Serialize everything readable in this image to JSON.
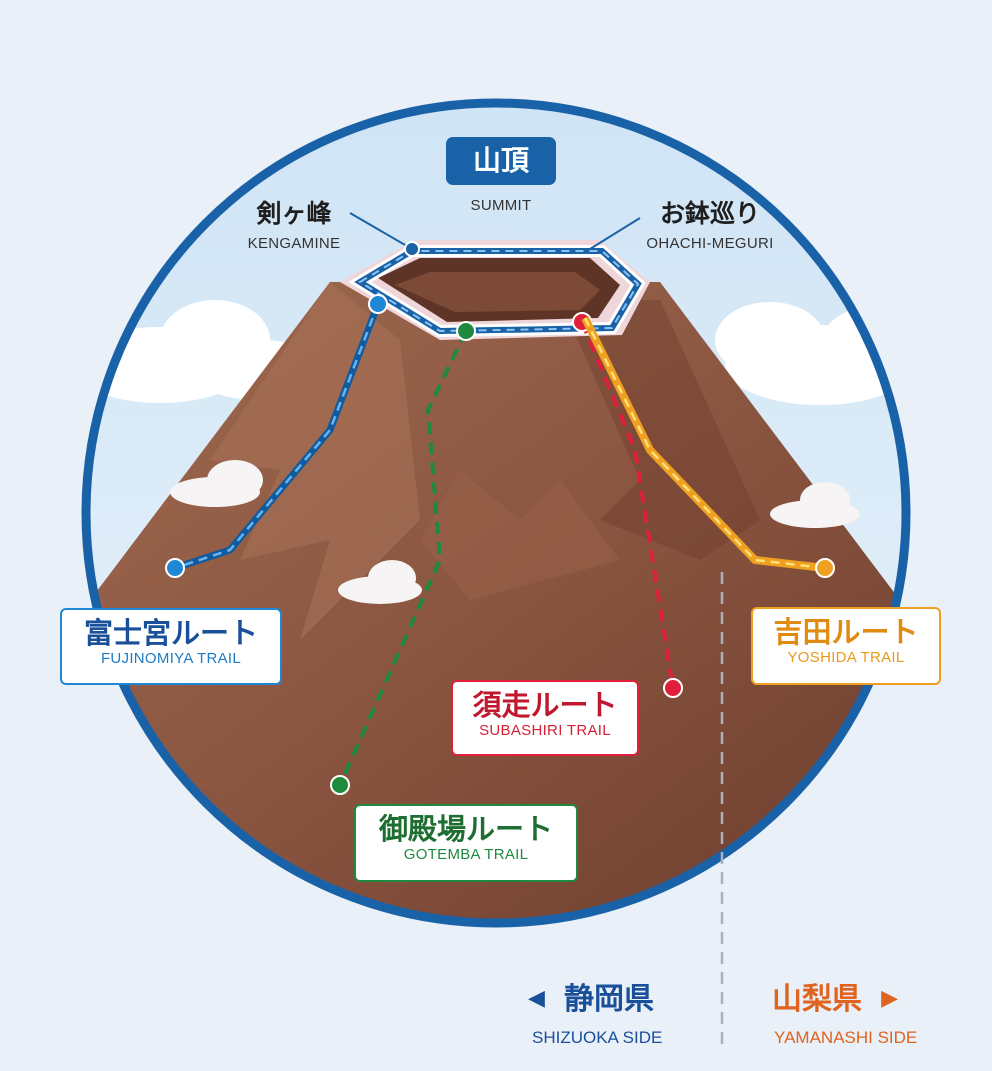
{
  "summit": {
    "jp": "山頂",
    "en": "SUMMIT"
  },
  "kengamine": {
    "jp": "剣ヶ峰",
    "en": "KENGAMINE"
  },
  "ohachi": {
    "jp": "お鉢巡り",
    "en": "OHACHI-MEGURI"
  },
  "routes": {
    "fujinomiya": {
      "jp": "富士宮ルート",
      "en": "FUJINOMIYA TRAIL",
      "color": "#1e88d6"
    },
    "gotemba": {
      "jp": "御殿場ルート",
      "en": "GOTEMBA TRAIL",
      "color": "#1e8a3e"
    },
    "subashiri": {
      "jp": "須走ルート",
      "en": "SUBASHIRI TRAIL",
      "color": "#e0203a"
    },
    "yoshida": {
      "jp": "吉田ルート",
      "en": "YOSHIDA TRAIL",
      "color": "#f0a020"
    }
  },
  "sides": {
    "shizuoka": {
      "jp": "静岡県",
      "en": "SHIZUOKA SIDE",
      "arrow": "◀",
      "color": "#1a4f9a"
    },
    "yamanashi": {
      "jp": "山梨県",
      "en": "YAMANASHI SIDE",
      "arrow": "▶",
      "color": "#e0631f"
    }
  },
  "colors": {
    "ring": "#1a62a8",
    "mountain": "#8a5540",
    "sky": "#d3e6f6",
    "crater_trail": "#1a62a8"
  }
}
